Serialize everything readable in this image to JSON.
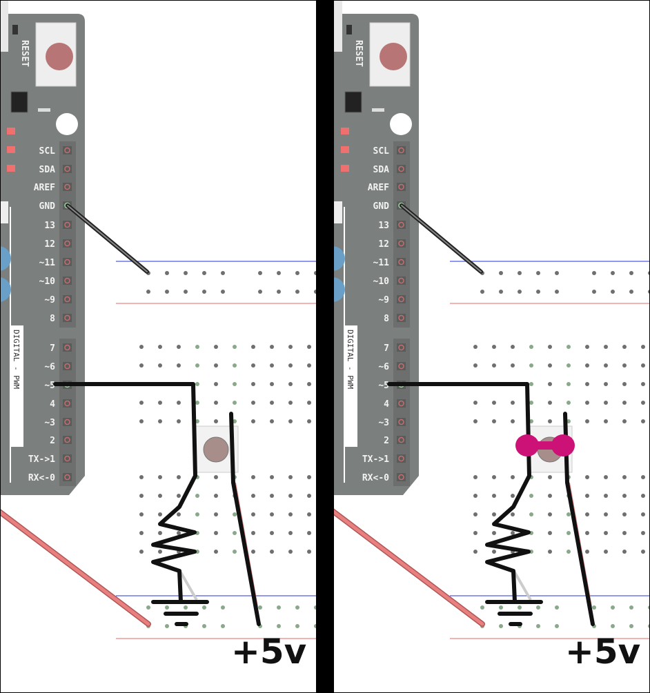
{
  "board": {
    "reset_label": "RESET",
    "section_label": "DIGITAL - PWM",
    "pins": [
      "SCL",
      "SDA",
      "AREF",
      "GND",
      "13",
      "12",
      "~11",
      "~10",
      "~9",
      "8",
      "7",
      "~6",
      "~5",
      "4",
      "~3",
      "2",
      "TX->1",
      "RX<-0"
    ]
  },
  "annotations": {
    "supply_label": "+5v"
  },
  "panels": [
    {
      "name": "without-jumper"
    },
    {
      "name": "with-jumper"
    }
  ],
  "colors": {
    "board": "#7b7f7d",
    "rail_blue": "#2233dd",
    "rail_red": "#f09a9a",
    "hole": "#6f6f6f",
    "hole_active": "#8aa88a",
    "jumper": "#cc1177",
    "red_wire": "#e88080"
  }
}
